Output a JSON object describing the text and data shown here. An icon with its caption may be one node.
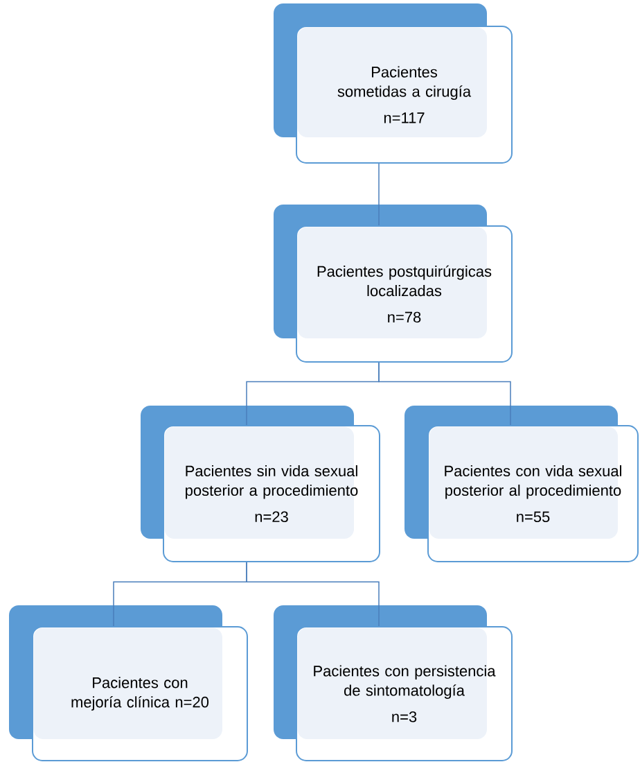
{
  "diagram": {
    "nodes": [
      {
        "text": [
          "Pacientes sometidas a cirugía",
          "n=117"
        ]
      },
      {
        "text": [
          "Pacientes postquirúrgicas localizadas",
          "n=78"
        ]
      },
      {
        "text": [
          "Pacientes sin vida sexual posterior a procedimiento",
          "n=23"
        ]
      },
      {
        "text": [
          "Pacientes con vida sexual posterior al procedimiento",
          "n=55"
        ]
      },
      {
        "text": [
          "Pacientes con mejoría clínica n=20"
        ]
      },
      {
        "text": [
          "Pacientes con persistencia de sintomatología",
          "n=3"
        ]
      }
    ],
    "edges": [
      {
        "from": 0,
        "to": 1,
        "arrow": "none"
      },
      {
        "from": 1,
        "to": 2,
        "arrow": "none"
      },
      {
        "from": 1,
        "to": 3,
        "arrow": "none"
      },
      {
        "from": 2,
        "to": 4,
        "arrow": "none"
      },
      {
        "from": 2,
        "to": 5,
        "arrow": "none"
      }
    ]
  }
}
